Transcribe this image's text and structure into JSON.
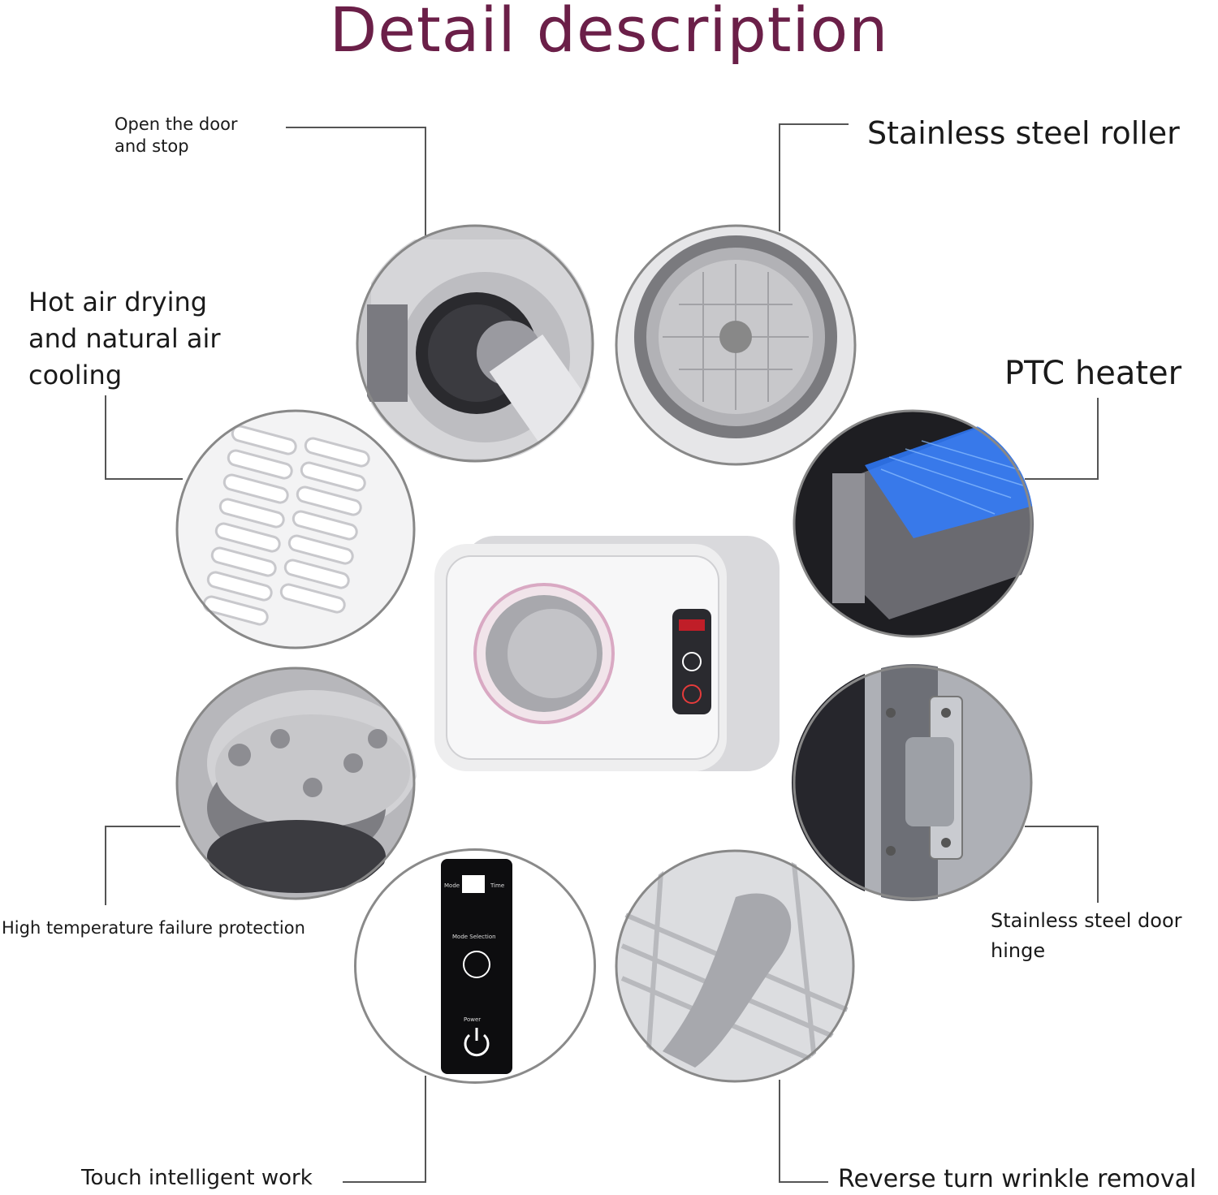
{
  "title": "Detail description",
  "features": {
    "open_door": {
      "line1": "Open the door",
      "line2": "and stop"
    },
    "steel_roller": {
      "text": "Stainless steel roller"
    },
    "hot_air": {
      "line1": "Hot air drying",
      "line2": "and natural air",
      "line3": "cooling"
    },
    "ptc_heater": {
      "text": "PTC heater"
    },
    "high_temp": {
      "text": "High temperature failure protection"
    },
    "door_hinge": {
      "line1": "Stainless steel door",
      "line2": "hinge"
    },
    "touch": {
      "text": "Touch intelligent work"
    },
    "reverse_turn": {
      "text": "Reverse turn wrinkle removal"
    }
  },
  "control_panel": {
    "mode": "Mode",
    "time": "Time",
    "mode_selection": "Mode Selection",
    "power": "Power"
  },
  "colors": {
    "title": "#6b1f48",
    "line": "#555555",
    "circle_border": "#8a8a8a",
    "heater_glow": "#2f7bff"
  }
}
